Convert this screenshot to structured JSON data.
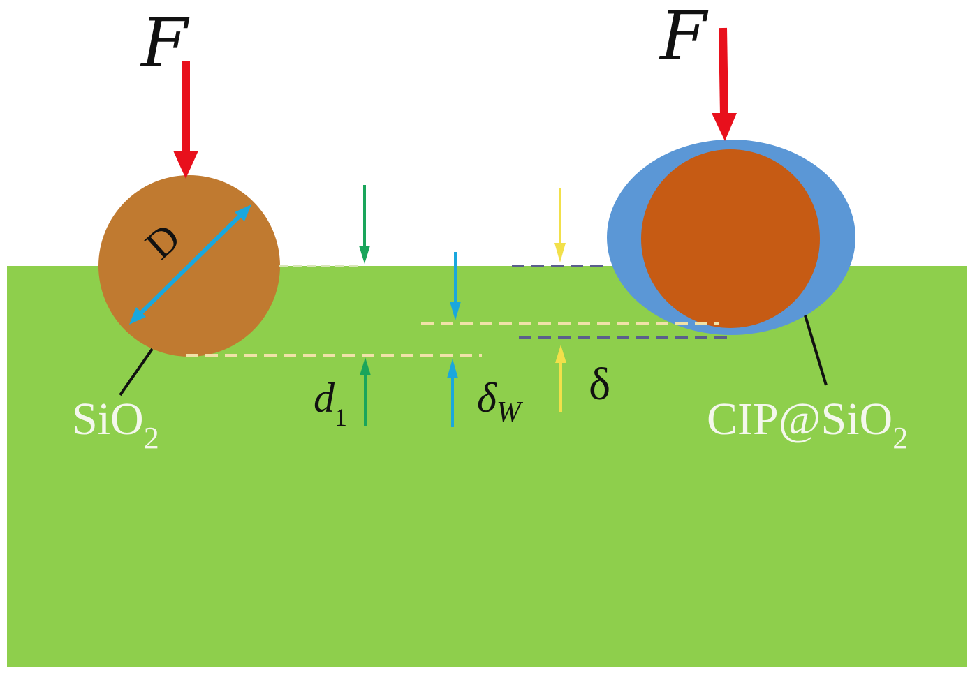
{
  "labels": {
    "force_left": "F",
    "force_right": "F",
    "diameter": "D",
    "sio2_prefix": "SiO",
    "sio2_sub": "2",
    "cip_prefix": "CIP@SiO",
    "cip_sub": "2",
    "d1_main": "d",
    "d1_sub": "1",
    "deltaw_main": "δ",
    "deltaw_sub": "W",
    "delta": "δ"
  },
  "colors": {
    "background": "#ffffff",
    "substrate": "#8ecf4c",
    "sio2_particle": "#c07a30",
    "cip_core": "#c65b14",
    "cip_shell": "#5b97d6",
    "force_arrow": "#e8101c",
    "d1_arrow": "#1aa55b",
    "deltaw_arrow": "#1aa7dd",
    "delta_arrow": "#f2e04a",
    "dashed_light": "#f0e2a8",
    "dashed_dark": "#5a5e8c",
    "leader_line": "#111111",
    "label_light": "#f4f7ec",
    "label_dark": "#111111"
  }
}
